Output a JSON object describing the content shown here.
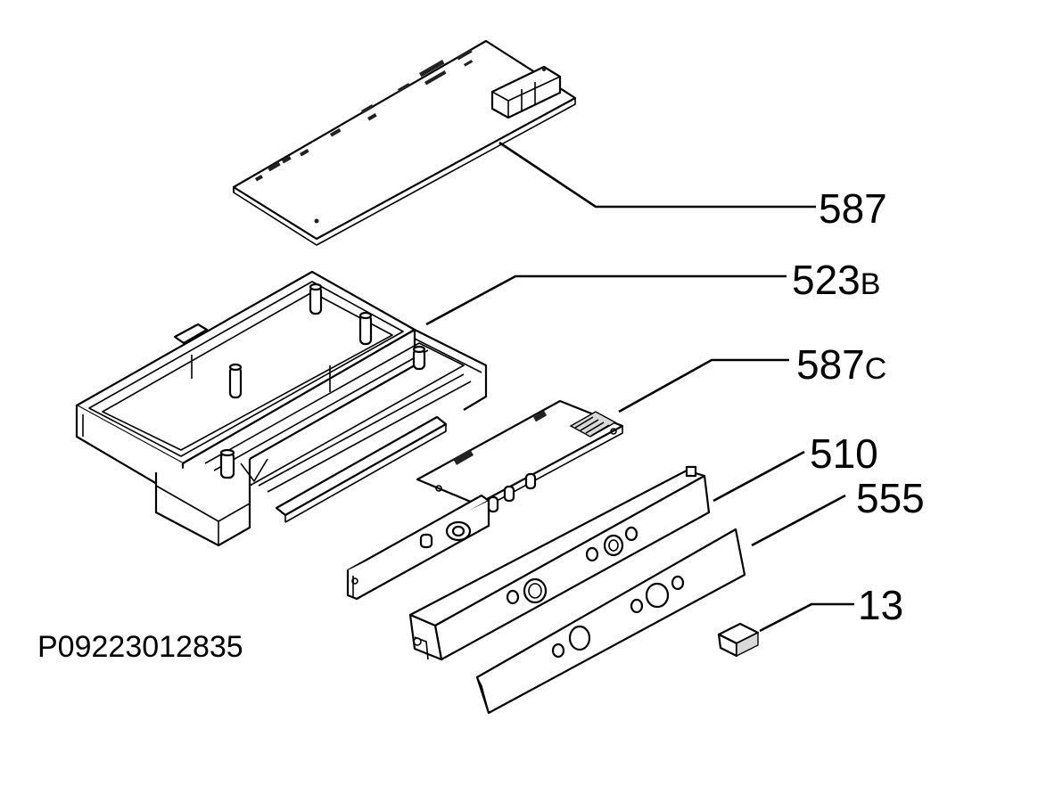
{
  "drawing_code": "P09223012835",
  "callouts": [
    {
      "id": "587",
      "number": "587",
      "suffix": ""
    },
    {
      "id": "523B",
      "number": "523",
      "suffix": "B"
    },
    {
      "id": "587C",
      "number": "587",
      "suffix": "C"
    },
    {
      "id": "510",
      "number": "510",
      "suffix": ""
    },
    {
      "id": "555",
      "number": "555",
      "suffix": ""
    },
    {
      "id": "13",
      "number": "13",
      "suffix": ""
    }
  ]
}
